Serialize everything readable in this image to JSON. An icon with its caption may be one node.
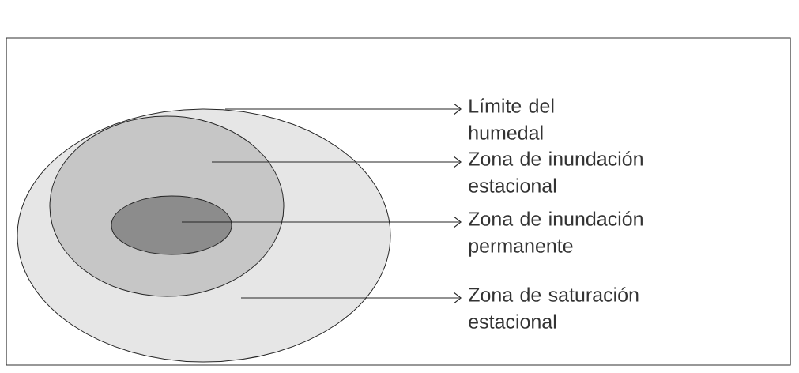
{
  "diagram": {
    "nodes": [
      {
        "text": [],
        "shape": "ellipse"
      },
      {
        "text": [],
        "shape": "ellipse",
        "in": 0
      },
      {
        "text": [],
        "shape": "ellipse",
        "in": 1
      },
      {
        "text": [
          "Límite del humedal"
        ]
      },
      {
        "text": [
          "Zona de inundación estacional"
        ]
      },
      {
        "text": [
          "Zona de inundación permanente"
        ]
      },
      {
        "text": [
          "Zona de saturación estacional"
        ]
      }
    ],
    "edges": [
      {
        "from": 0,
        "to": 3,
        "arrow": "to"
      },
      {
        "from": 1,
        "to": 4,
        "arrow": "to"
      },
      {
        "from": 2,
        "to": 5,
        "arrow": "to"
      },
      {
        "from": 0,
        "to": 6,
        "arrow": "to"
      }
    ]
  }
}
